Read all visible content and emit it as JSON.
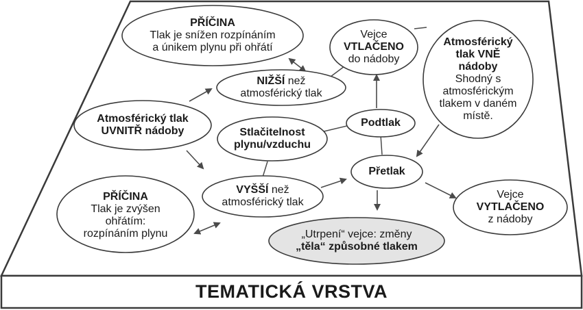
{
  "diagram": {
    "base_label": "TEMATICKÁ VRSTVA",
    "nodes": {
      "cause_top": {
        "title": "PŘÍČINA",
        "line1": "Tlak je snížen rozpínáním",
        "line2": "a únikem plynu při ohřátí"
      },
      "inside": {
        "line1": "Atmosférický tlak",
        "line2": "UVNITŘ nádoby"
      },
      "lower": {
        "bold": "NIŽŠÍ",
        "rest": " než",
        "line2": "atmosférický tlak"
      },
      "compress": {
        "line1": "Stlačitelnost",
        "line2": "plynu/vzduchu"
      },
      "pushed_in": {
        "line1": "Vejce",
        "bold": "VTLAČENO",
        "line3": "do nádoby"
      },
      "outside": {
        "line1": "Atmosférický",
        "line2": "tlak VNĚ",
        "line3": "nádoby",
        "line4": "Shodný s",
        "line5": "atmosférickým",
        "line6": "tlakem v daném",
        "line7": "místě."
      },
      "underpressure": {
        "label": "Podtlak"
      },
      "overpressure": {
        "label": "Přetlak"
      },
      "higher": {
        "bold": "VYŠŠÍ",
        "rest": " než",
        "line2": "atmosférický tlak"
      },
      "cause_bottom": {
        "title": "PŘÍČINA",
        "line1": "Tlak je zvýšen",
        "line2": "ohřátím:",
        "line3": "rozpínáním plynu"
      },
      "pushed_out": {
        "line1": "Vejce",
        "bold": "VYTLAČENO",
        "line3": "z nádoby"
      },
      "suffering": {
        "line1": "„Utrpení“ vejce: změny",
        "line2": "„těla“ způsobné tlakem"
      }
    },
    "colors": {
      "stroke": "#3a3a3a",
      "highlight_fill": "#e4e4e4",
      "fill": "#ffffff"
    }
  }
}
